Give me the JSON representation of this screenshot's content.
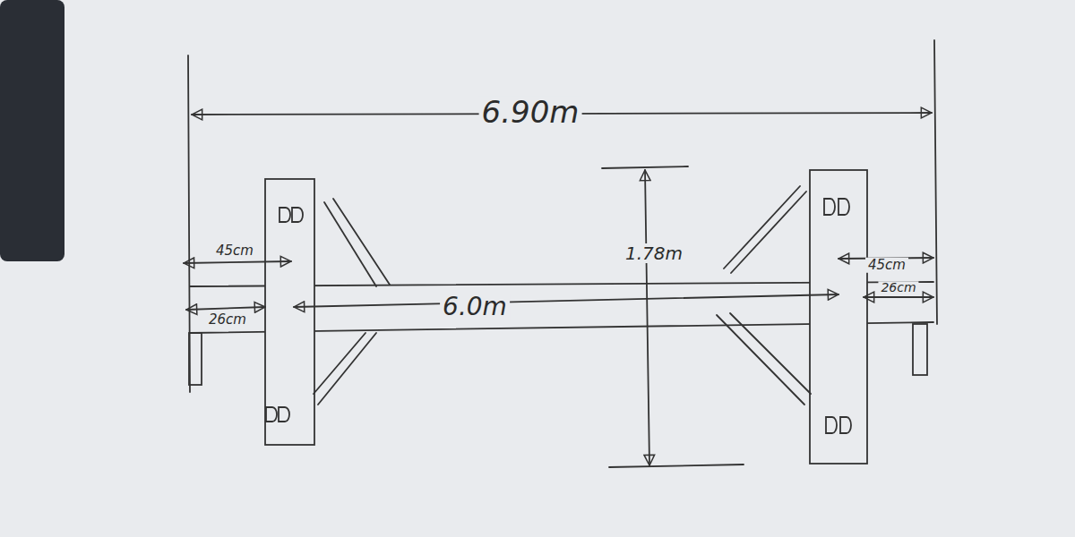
{
  "diagram": {
    "labels": [
      "6.90m",
      "45cm",
      "26cm",
      "6.0m",
      "1.78m",
      "45cm",
      "26cm"
    ]
  }
}
